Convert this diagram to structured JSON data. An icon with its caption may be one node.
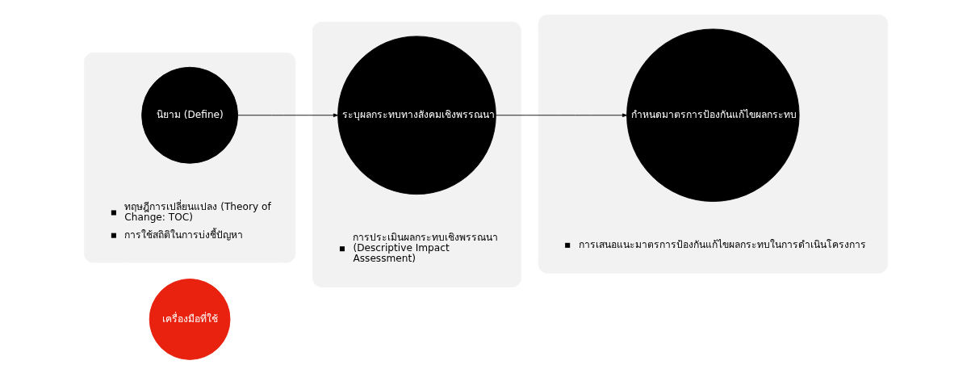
{
  "diagram": {
    "nodes": [
      {
        "text": [
          "เครื่องมือที่ใช้"
        ]
      },
      {
        "text": [],
        "shape": "box"
      },
      {
        "text": [
          "นิยาม (Define)"
        ],
        "in": 1
      },
      {
        "text": [
          "ทฤษฎีการเปลี่ยนแปลง (Theory of Change: TOC)",
          "การใช้สถิติในการบ่งชี้ปัญหา"
        ],
        "in": 1
      },
      {
        "text": [],
        "shape": "box"
      },
      {
        "text": [
          "ระบุผลกระทบทางสังคมเชิงพรรณนา"
        ],
        "in": 4
      },
      {
        "text": [
          "การประเมินผลกระทบเชิงพรรณนา (Descriptive Impact Assessment)"
        ],
        "in": 4
      },
      {
        "text": [],
        "shape": "box"
      },
      {
        "text": [
          "กำหนดมาตรการป้องกันแก้ไขผลกระทบ"
        ],
        "in": 7
      },
      {
        "text": [
          "การเสนอแนะมาตรการป้องกันแก้ไขผลกระทบในการดำเนินโครงการ"
        ],
        "in": 7
      }
    ],
    "edges": [
      {
        "from": 2,
        "to": 5,
        "arrow": "to"
      },
      {
        "from": 5,
        "to": 8,
        "arrow": "to"
      }
    ]
  }
}
